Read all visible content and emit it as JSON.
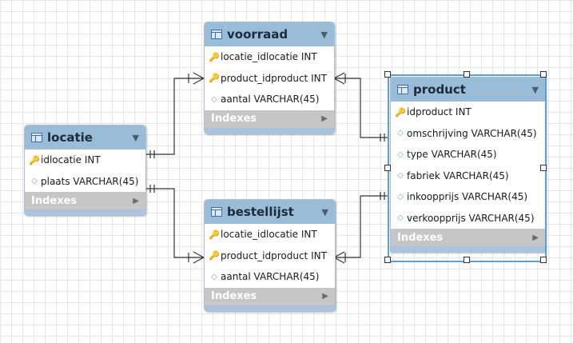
{
  "tables": {
    "voorraad": {
      "name": "voorraad",
      "columns": [
        {
          "key": "fk",
          "text": "locatie_idlocatie INT"
        },
        {
          "key": "fk",
          "text": "product_idproduct INT"
        },
        {
          "key": "col",
          "text": "aantal VARCHAR(45)"
        }
      ],
      "indexes": "Indexes"
    },
    "locatie": {
      "name": "locatie",
      "columns": [
        {
          "key": "pk",
          "text": "idlocatie INT"
        },
        {
          "key": "col",
          "text": "plaats VARCHAR(45)"
        }
      ],
      "indexes": "Indexes"
    },
    "bestellijst": {
      "name": "bestellijst",
      "columns": [
        {
          "key": "fk",
          "text": "locatie_idlocatie INT"
        },
        {
          "key": "fk",
          "text": "product_idproduct INT"
        },
        {
          "key": "col",
          "text": "aantal VARCHAR(45)"
        }
      ],
      "indexes": "Indexes"
    },
    "product": {
      "name": "product",
      "columns": [
        {
          "key": "pk",
          "text": "idproduct INT"
        },
        {
          "key": "col",
          "text": "omschrijving VARCHAR(45)"
        },
        {
          "key": "col",
          "text": "type VARCHAR(45)"
        },
        {
          "key": "col",
          "text": "fabriek VARCHAR(45)"
        },
        {
          "key": "col",
          "text": "inkoopprijs VARCHAR(45)"
        },
        {
          "key": "col",
          "text": "verkoopprijs VARCHAR(45)"
        }
      ],
      "indexes": "Indexes"
    }
  },
  "icons": {
    "pk": "primary-key-icon",
    "fk": "foreign-key-icon",
    "col": "column-diamond-icon"
  },
  "colors": {
    "header": "#99bcd9",
    "indexes_bar": "#c6c6c6",
    "selection": "#5aa0d8",
    "connector": "#333333"
  }
}
